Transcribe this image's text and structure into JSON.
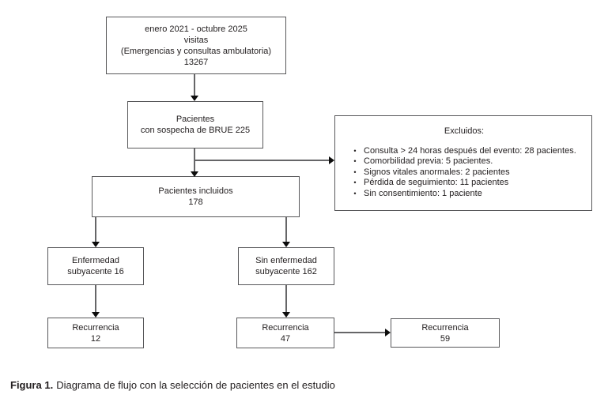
{
  "figure": {
    "caption_label": "Figura 1.",
    "caption_text": "Diagrama de flujo con la selección de pacientes en el estudio"
  },
  "flowchart": {
    "boxes": {
      "visits": {
        "lines": [
          "enero 2021 - octubre 2025",
          "visitas",
          "(Emergencias y consultas ambulatoria)",
          "13267"
        ]
      },
      "brue": {
        "lines": [
          "Pacientes",
          "con sospecha de BRUE 225"
        ]
      },
      "excluded": {
        "title": "Excluidos:",
        "bullet": "•",
        "items": [
          "Consulta > 24 horas después del evento: 28 pacientes.",
          "Comorbilidad previa: 5 pacientes.",
          "Signos vitales anormales: 2 pacientes",
          "Pérdida de seguimiento: 11 pacientes",
          "Sin consentimiento: 1 paciente"
        ]
      },
      "included": {
        "lines": [
          "Pacientes incluidos",
          "178"
        ]
      },
      "underlying": {
        "lines": [
          "Enfermedad",
          "subyacente 16"
        ]
      },
      "no_underlying": {
        "lines": [
          "Sin enfermedad",
          "subyacente 162"
        ]
      },
      "recurrence_underlying": {
        "lines": [
          "Recurrencia",
          "12"
        ]
      },
      "recurrence_no_underlying": {
        "lines": [
          "Recurrencia",
          "47"
        ]
      },
      "recurrence_total": {
        "lines": [
          "Recurrencia",
          "59"
        ]
      }
    },
    "colors": {
      "border": "#58585a",
      "line": "#666668",
      "arrow": "#0d0d0d",
      "text": "#242021",
      "background": "#ffffff"
    }
  }
}
